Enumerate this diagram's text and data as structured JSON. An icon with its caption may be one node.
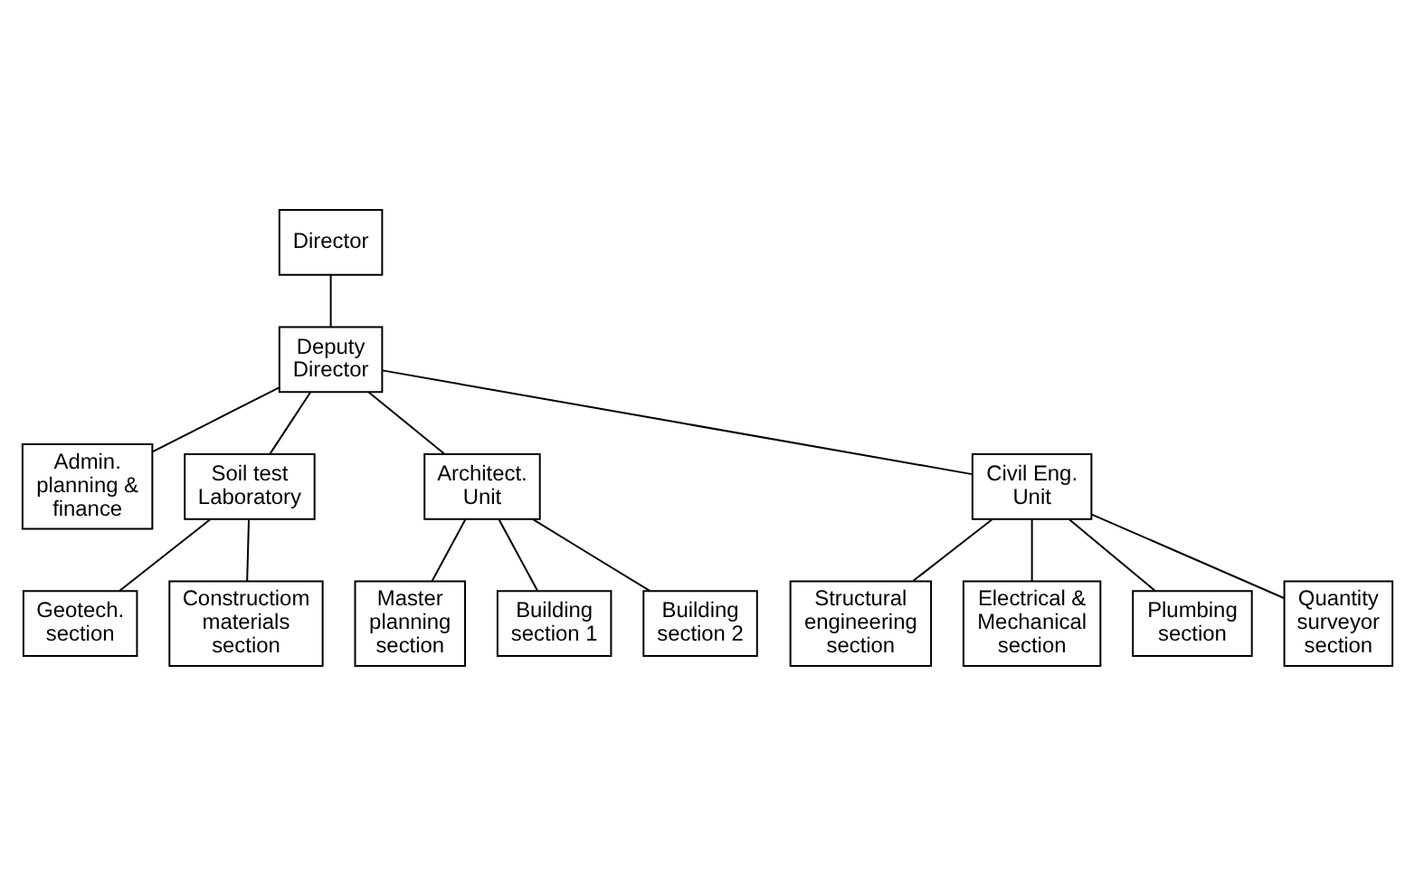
{
  "diagram": {
    "nodes": [
      {
        "text": [
          "Director"
        ]
      },
      {
        "text": [
          "Deputy Director"
        ]
      },
      {
        "text": [
          "Admin. planning & finance"
        ]
      },
      {
        "text": [
          "Soil test Laboratory"
        ]
      },
      {
        "text": [
          "Architect. Unit"
        ]
      },
      {
        "text": [
          "Civil Eng. Unit"
        ]
      },
      {
        "text": [
          "Geotech. section"
        ]
      },
      {
        "text": [
          "Constructiom materials section"
        ]
      },
      {
        "text": [
          "Master planning section"
        ]
      },
      {
        "text": [
          "Building section 1"
        ]
      },
      {
        "text": [
          "Building section 2"
        ]
      },
      {
        "text": [
          "Structural engineering section"
        ]
      },
      {
        "text": [
          "Electrical & Mechanical section"
        ]
      },
      {
        "text": [
          "Plumbing section"
        ]
      },
      {
        "text": [
          "Quantity surveyor section"
        ]
      }
    ],
    "edges": [
      {
        "from": 0,
        "to": 1,
        "arrow": "none"
      },
      {
        "from": 1,
        "to": 2,
        "arrow": "none"
      },
      {
        "from": 1,
        "to": 3,
        "arrow": "none"
      },
      {
        "from": 1,
        "to": 4,
        "arrow": "none"
      },
      {
        "from": 1,
        "to": 5,
        "arrow": "none"
      },
      {
        "from": 3,
        "to": 6,
        "arrow": "none"
      },
      {
        "from": 3,
        "to": 7,
        "arrow": "none"
      },
      {
        "from": 4,
        "to": 8,
        "arrow": "none"
      },
      {
        "from": 4,
        "to": 9,
        "arrow": "none"
      },
      {
        "from": 4,
        "to": 10,
        "arrow": "none"
      },
      {
        "from": 5,
        "to": 11,
        "arrow": "none"
      },
      {
        "from": 5,
        "to": 12,
        "arrow": "none"
      },
      {
        "from": 5,
        "to": 13,
        "arrow": "none"
      },
      {
        "from": 5,
        "to": 14,
        "arrow": "none"
      }
    ]
  }
}
